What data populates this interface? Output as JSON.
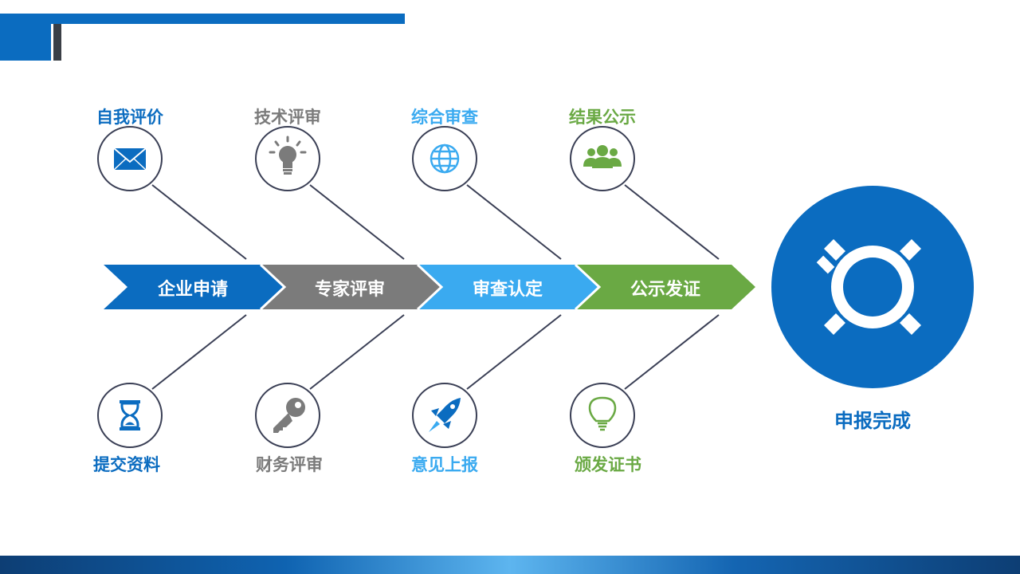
{
  "colors": {
    "blue": "#0b6cc0",
    "gray": "#7b7b7b",
    "lightblue": "#3aaaf0",
    "green": "#6aa944",
    "darkline": "#3a3f55",
    "dark_stripe": "#3a3f46"
  },
  "stages": [
    {
      "label": "企业申请",
      "color": "#0b6cc0",
      "top": {
        "label": "自我评价",
        "icon": "envelope-icon"
      },
      "bottom": {
        "label": "提交资料",
        "icon": "hourglass-icon"
      }
    },
    {
      "label": "专家评审",
      "color": "#7b7b7b",
      "top": {
        "label": "技术评审",
        "icon": "lightbulb-icon"
      },
      "bottom": {
        "label": "财务评审",
        "icon": "key-icon"
      }
    },
    {
      "label": "审查认定",
      "color": "#3aaaf0",
      "top": {
        "label": "综合审查",
        "icon": "globe-icon"
      },
      "bottom": {
        "label": "意见上报",
        "icon": "rocket-icon"
      }
    },
    {
      "label": "公示发证",
      "color": "#6aa944",
      "top": {
        "label": "结果公示",
        "icon": "users-icon"
      },
      "bottom": {
        "label": "颁发证书",
        "icon": "bulb-outline-icon"
      }
    }
  ],
  "final": {
    "label": "申报完成",
    "icon": "gear-ring-icon",
    "color": "#0b6cc0"
  }
}
